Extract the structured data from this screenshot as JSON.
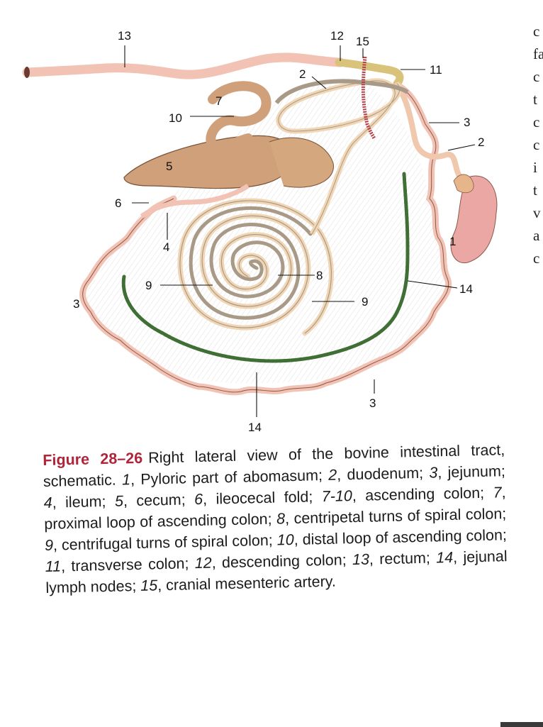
{
  "figure": {
    "number_label": "Figure 28–26",
    "caption_intro": "Right lateral view of the bovine intestinal tract, schematic.",
    "legend": [
      {
        "num": "1",
        "name": "Pyloric part of abomasum"
      },
      {
        "num": "2",
        "name": "duodenum"
      },
      {
        "num": "3",
        "name": "jejunum"
      },
      {
        "num": "4",
        "name": "ileum"
      },
      {
        "num": "5",
        "name": "cecum"
      },
      {
        "num": "6",
        "name": "ileocecal fold"
      },
      {
        "num": "7-10",
        "name": "ascending colon"
      },
      {
        "num": "7",
        "name": "proximal loop of ascending colon"
      },
      {
        "num": "8",
        "name": "centripetal turns of spiral colon"
      },
      {
        "num": "9",
        "name": "centrifugal turns of spiral colon"
      },
      {
        "num": "10",
        "name": "distal loop of ascending colon"
      },
      {
        "num": "11",
        "name": "transverse colon"
      },
      {
        "num": "12",
        "name": "descending colon"
      },
      {
        "num": "13",
        "name": "rectum"
      },
      {
        "num": "14",
        "name": "jejunal lymph nodes"
      },
      {
        "num": "15",
        "name": "cranial mesenteric artery"
      }
    ]
  },
  "diagram_labels": {
    "l13": "13",
    "l12": "12",
    "l15": "15",
    "l11": "11",
    "l2a": "2",
    "l7": "7",
    "l10": "10",
    "l3a": "3",
    "l2b": "2",
    "l5": "5",
    "l6": "6",
    "l4": "4",
    "l1": "1",
    "l8": "8",
    "l9a": "9",
    "l9b": "9",
    "l14a": "14",
    "l3b": "3",
    "l3c": "3",
    "l14b": "14"
  },
  "margin_text": [
    "c",
    "fa",
    "c",
    "t",
    "c",
    "c",
    "i",
    "t",
    "v",
    "a",
    "c"
  ],
  "colors": {
    "intestine": "#f2c2b4",
    "intestine_outline": "#8a5a4a",
    "cecum": "#cfa07a",
    "colon_tan": "#f1d6b6",
    "colon_gray": "#a99a88",
    "artery": "#b5414a",
    "lymph": "#3f6f34",
    "descending": "#d9c27a",
    "figure_label": "#b0243a"
  }
}
